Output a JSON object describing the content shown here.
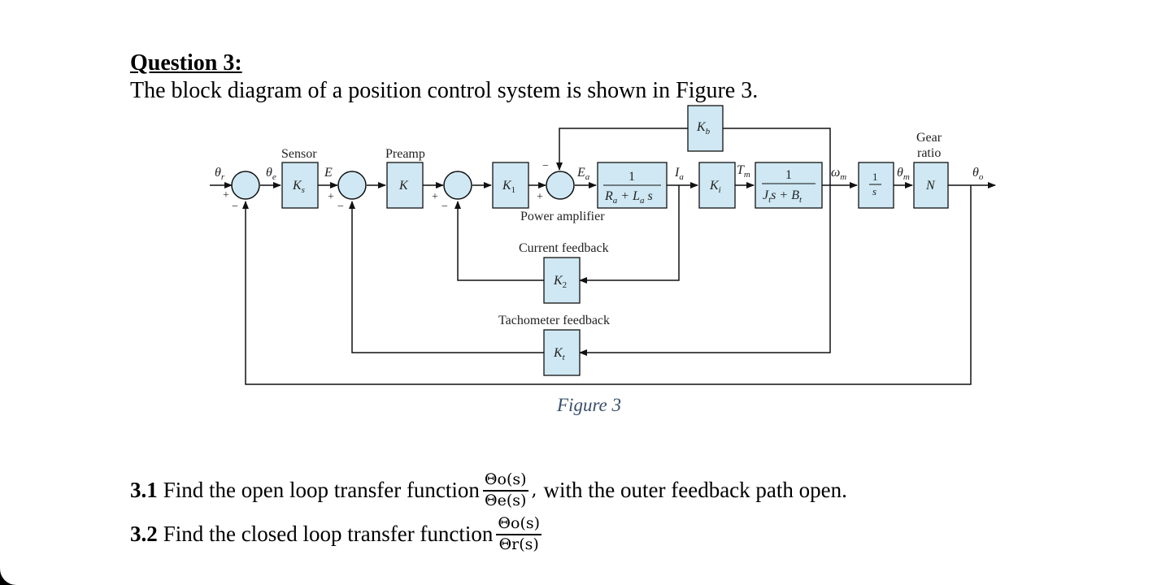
{
  "header": {
    "title": "Question 3:",
    "intro": "The block diagram of a position control system is shown in Figure 3."
  },
  "diagram": {
    "blocks": {
      "sensor": "Ks",
      "preamp": "K",
      "k1": "K1",
      "power_amp_tf": "1 / (Ra + La s)",
      "ki": "Ki",
      "motor_tf": "1 / (Jt s + Bt)",
      "integrator": "1/s",
      "gear": "N",
      "kb": "Kb",
      "k2": "K2",
      "kt": "Kt"
    },
    "labels": {
      "sensor": "Sensor",
      "preamp": "Preamp",
      "gear_line1": "Gear",
      "gear_line2": "ratio",
      "power_amplifier": "Power amplifier",
      "current_feedback": "Current feedback",
      "tachometer_feedback": "Tachometer feedback"
    },
    "signals": [
      "θr",
      "θe",
      "E",
      "Ea",
      "Ia",
      "Tm",
      "ωm",
      "θm",
      "θo"
    ],
    "caption": "Figure 3"
  },
  "questions": [
    {
      "number": "3.1",
      "text_before": "Find the open loop transfer function",
      "numerator": "Θo(s)",
      "denominator": "Θe(s)",
      "text_after": "with the outer feedback path open."
    },
    {
      "number": "3.2",
      "text_before": "Find the closed loop transfer function",
      "numerator": "Θo(s)",
      "denominator": "Θr(s)",
      "text_after": ""
    }
  ]
}
